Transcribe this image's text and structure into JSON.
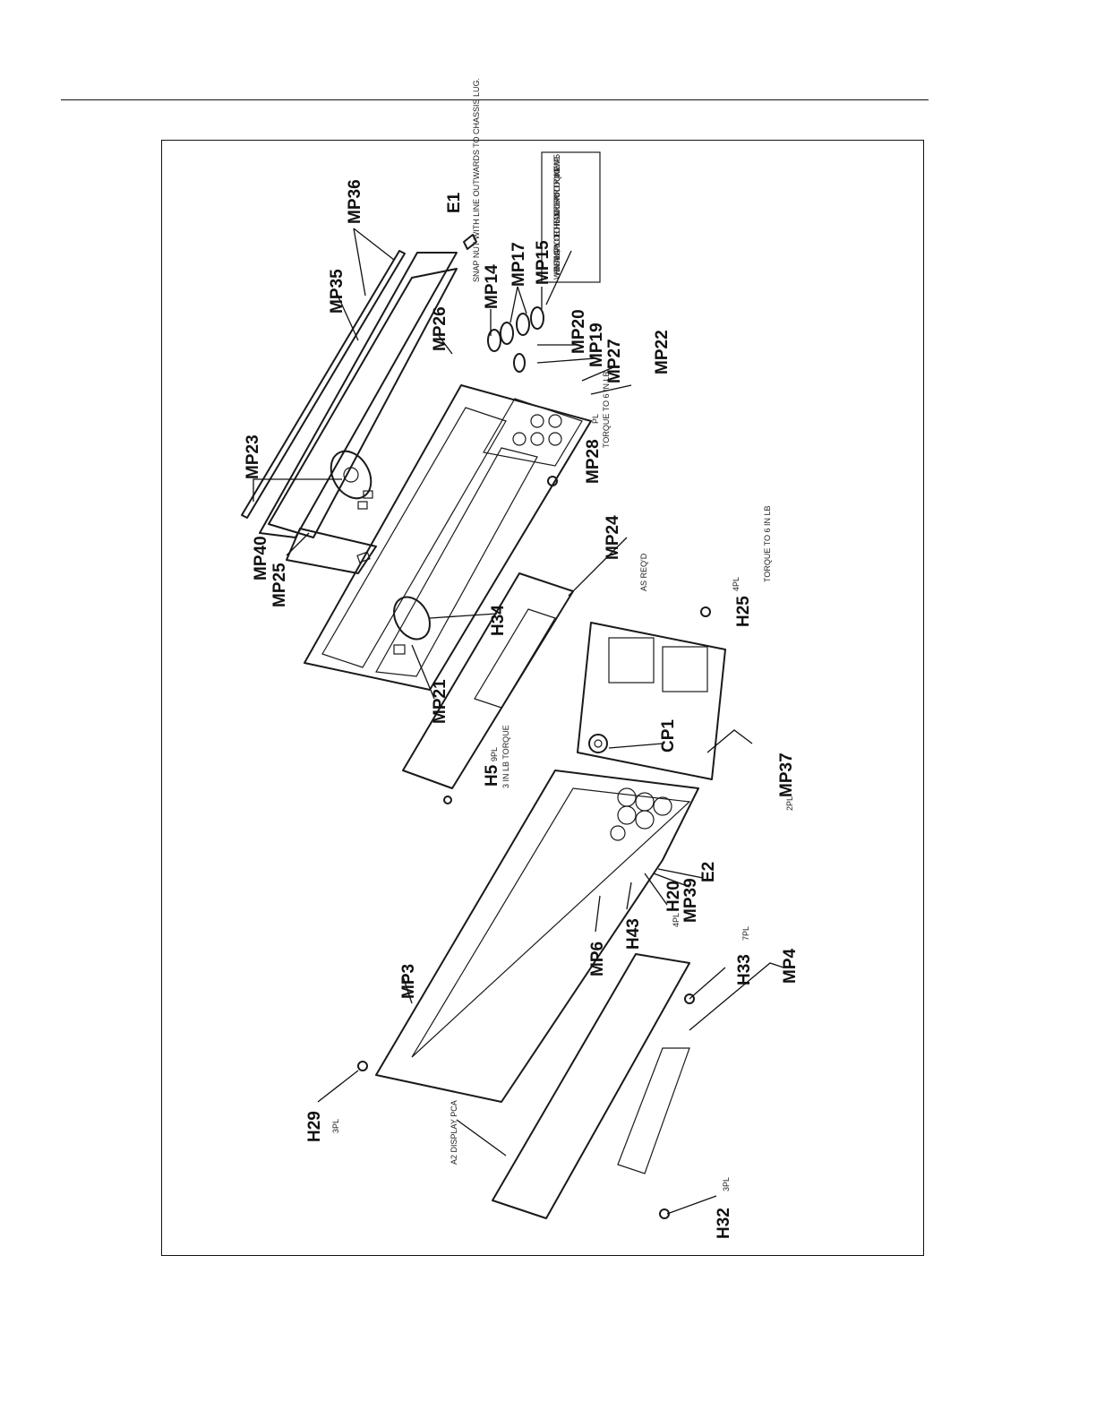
{
  "labels": {
    "mp36": "MP36",
    "mp35": "MP35",
    "mp26": "MP26",
    "mp23": "MP23",
    "mp40": "MP40",
    "mp25": "MP25",
    "e1": "E1",
    "mp14": "MP14",
    "mp17": "MP17",
    "mp15": "MP15",
    "mp20": "MP20",
    "mp19": "MP19",
    "mp27": "MP27",
    "mp22": "MP22",
    "mp28": "MP28",
    "mp24": "MP24",
    "h34": "H34",
    "mp21": "MP21",
    "h25": "H25",
    "h5": "H5",
    "cp1": "CP1",
    "mp37": "MP37",
    "mp3": "MP3",
    "e2": "E2",
    "mp39": "MP39",
    "h20": "H20",
    "h43": "H43",
    "mp6": "MP6",
    "h33": "H33",
    "mp4": "MP4",
    "h29": "H29",
    "h32": "H32"
  },
  "notes": {
    "snap": "SNAP NUT WITH LINE OUTWARDS TO CHASSIS LUG.",
    "install": "WHEN INSTALLING, APPLY LOCTITE TO THREADS. IN ORDER PRIOR TO TORQUING ITEM MP15",
    "torque_mp28": "TORQUE TO 6 IN LB",
    "as_req": "AS REQ'D",
    "h5_torque": "3 IN LB TORQUE",
    "h25_torque": "TORQUE TO 6 IN LB",
    "a2": "A2 DISPLAY PCA",
    "mp28_pl": "PL",
    "h5_pl": "9PL",
    "h25_pl": "4PL",
    "mp37_pl": "2PL",
    "h20_pl": "4PL",
    "h33_pl": "7PL",
    "h29_pl": "3PL",
    "h32_pl": "3PL"
  }
}
